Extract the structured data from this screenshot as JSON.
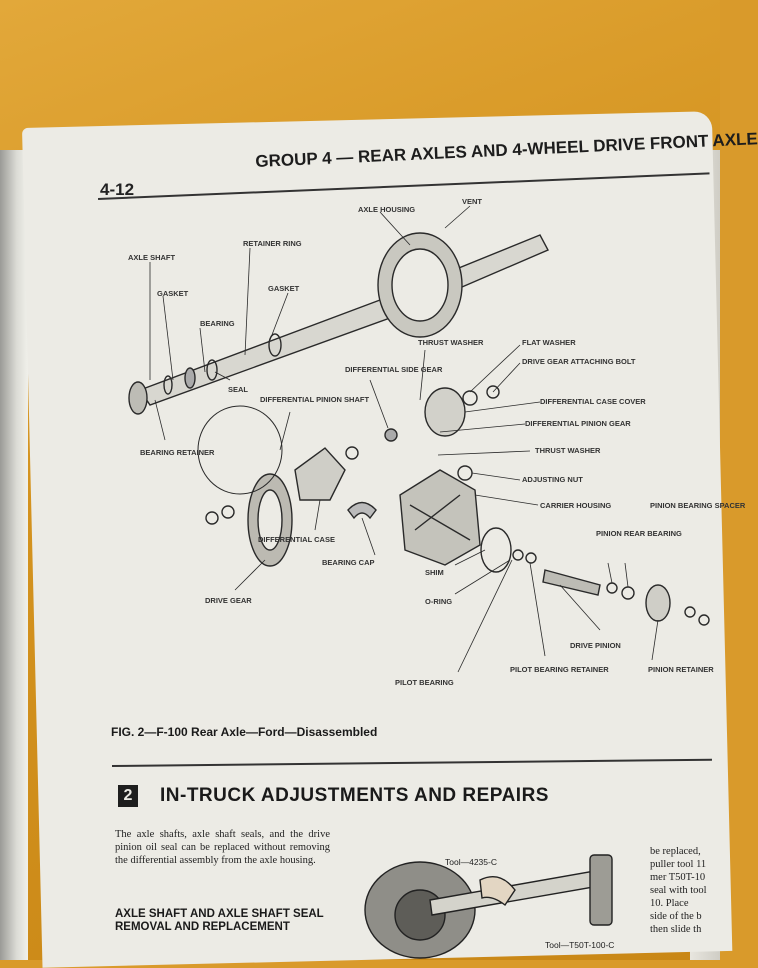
{
  "page_number": "4-12",
  "group_heading": "GROUP 4 — REAR AXLES AND 4-WHEEL DRIVE FRONT AXLE",
  "parts": [
    "AXLE HOUSING",
    "VENT",
    "AXLE SHAFT",
    "RETAINER RING",
    "GASKET",
    "GASKET",
    "BEARING",
    "SEAL",
    "BEARING RETAINER",
    "THRUST WASHER",
    "FLAT WASHER",
    "DRIVE GEAR ATTACHING BOLT",
    "DIFFERENTIAL SIDE GEAR",
    "DIFFERENTIAL PINION SHAFT",
    "DIFFERENTIAL CASE COVER",
    "DIFFERENTIAL PINION GEAR",
    "THRUST WASHER",
    "ADJUSTING NUT",
    "CARRIER HOUSING",
    "PINION BEARING SPACER",
    "PINION REAR BEARING",
    "DIFFERENTIAL CASE",
    "BEARING CAP",
    "SHIM",
    "O-RING",
    "DRIVE PINION",
    "PINION RETAINER",
    "DRIVE GEAR",
    "PILOT BEARING",
    "PILOT BEARING RETAINER"
  ],
  "figure_caption": "FIG. 2—F-100 Rear Axle—Ford—Disassembled",
  "section": {
    "number": "2",
    "title": "IN-TRUCK ADJUSTMENTS AND REPAIRS",
    "body": "The axle shafts, axle shaft seals, and the drive pinion oil seal can be replaced without removing the differential assembly from the axle housing.",
    "subheading": "AXLE SHAFT AND AXLE SHAFT SEAL REMOVAL AND REPLACEMENT",
    "tool_labels": [
      "Tool—4235-C",
      "Tool—T50T-100-C"
    ],
    "right_column": [
      "be replaced,",
      "puller tool 11",
      "mer T50T-10",
      "seal with tool",
      "10. Place",
      "side of the b",
      "then slide th"
    ]
  }
}
